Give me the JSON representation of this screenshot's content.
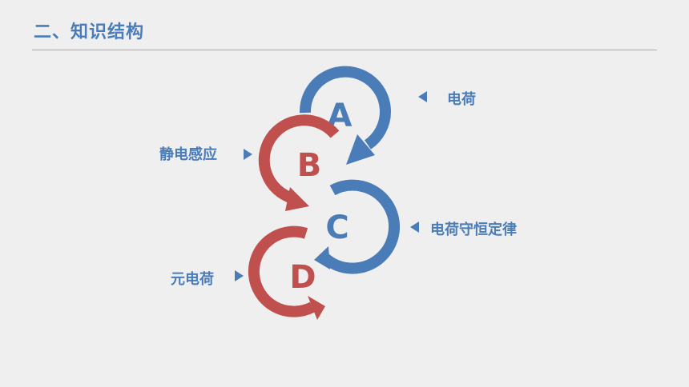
{
  "header": {
    "title": "二、知识结构"
  },
  "diagram": {
    "colors": {
      "blue": "#4a7cb8",
      "red": "#c0504d"
    },
    "nodes": [
      {
        "letter": "A",
        "color": "blue"
      },
      {
        "letter": "B",
        "color": "red"
      },
      {
        "letter": "C",
        "color": "blue"
      },
      {
        "letter": "D",
        "color": "red"
      }
    ],
    "labels": {
      "a": "电荷",
      "b": "静电感应",
      "c": "电荷守恒定律",
      "d": "元电荷"
    }
  }
}
